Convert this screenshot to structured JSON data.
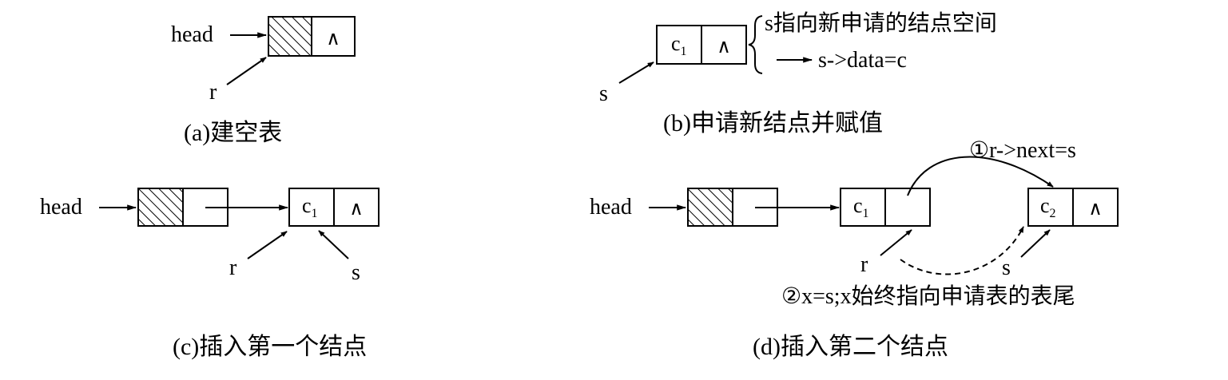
{
  "common": {
    "head_label": "head",
    "null_symbol": "∧",
    "r_label": "r",
    "s_label": "s"
  },
  "panel_a": {
    "caption": "(a)建空表"
  },
  "panel_b": {
    "node_c": "c",
    "node_sub": "1",
    "note_line1": "s指向新申请的结点空间",
    "note_line2": "s->data=c",
    "caption": "(b)申请新结点并赋值"
  },
  "panel_c": {
    "node_c": "c",
    "node_sub": "1",
    "caption": "(c)插入第一个结点"
  },
  "panel_d": {
    "node1_c": "c",
    "node1_sub": "1",
    "node2_c": "c",
    "node2_sub": "2",
    "step1": "①r->next=s",
    "step2": "②x=s;x始终指向申请表的表尾",
    "caption": "(d)插入第二个结点"
  }
}
